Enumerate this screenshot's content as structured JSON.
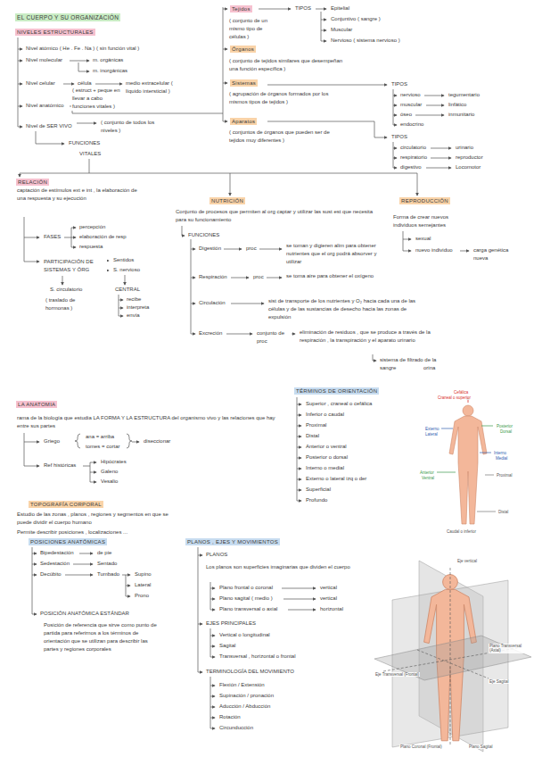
{
  "diagram": {
    "title": "EL CUERPO Y SU ORGANIZACIÓN",
    "nodes": [
      {
        "text": [
          "NIVELES ESTRUCTURALES"
        ]
      },
      {
        "text": [
          "Tejidos"
        ]
      },
      {
        "text": [
          "Órganos"
        ]
      },
      {
        "text": [
          "Sistemas"
        ]
      },
      {
        "text": [
          "Aparatos"
        ]
      },
      {
        "text": [
          "RELACIÓN"
        ]
      },
      {
        "text": [
          "NUTRICIÓN"
        ]
      },
      {
        "text": [
          "REPRODUCCIÓN"
        ]
      },
      {
        "text": [
          "LA ANATOMIA"
        ]
      },
      {
        "text": [
          "TÉRMINOS DE ORIENTACIÓN"
        ]
      },
      {
        "text": [
          "TOPOGRAFÍA CORPORAL"
        ]
      },
      {
        "text": [
          "POSICIONES ANATÓMICAS"
        ]
      },
      {
        "text": [
          "PLANOS , EJES Y MOVIMIENTOS"
        ]
      }
    ],
    "labels": [
      "Nivel atómico ( He . Fe . Na ) ( sin función vital )",
      "Nivel molecular",
      "m. orgánicas",
      "m. inorgánicas",
      "Nivel celular",
      "célula",
      "( estruct + peque en llevar a cabo funciones vitales )",
      "medio extracelular ( líquido intersticial )",
      "Nivel anatómico",
      "Nivel de SER VIVO",
      "( conjunto de todos los niveles )",
      "FUNCIONES",
      "VITALES",
      "TIPOS",
      "Epitelial",
      "Conjuntivo ( sangre )",
      "Muscular",
      "Nervioso ( sistema nervioso )",
      "( conjunto de un mismo tipo de células )",
      "( conjunto de tejidos similares que desempeñan una función específica )",
      "( agrupación de órganos formados por los mismos tipos de tejidos )",
      "TIPOS",
      "nervioso",
      "muscular",
      "óseo",
      "endocrino",
      "tegumentario",
      "linfático",
      "inmunitario",
      "( conjuntos de órganos que pueden ser de tejidos muy diferentes )",
      "TIPOS",
      "circulatorio",
      "respiratorio",
      "digestivo",
      "urinario",
      "reproductor",
      "Locomotor",
      "captación de estímulos ext e int , la elaboración de una respuesta y su ejecución",
      "FASES",
      "percepción",
      "elaboración de resp",
      "respuesta",
      "PARTICIPACIÓN DE SISTEMAS Y ÓRG",
      "Sentidos",
      "S. nervioso",
      "S. circulatorio",
      "( traslado de hormonas )",
      "CENTRAL",
      "recibe",
      "interpreta",
      "envía",
      "Conjunto de procesos que permiten al org captar y utilizar las sust est que necesita para su funcionamiento",
      "FUNCIONES",
      "Digestión",
      "proc",
      "se toman y digieren alim para obtener nutrientes que el org podrá absorver y utilizar",
      "Respiración",
      "proc",
      "se toma aire para obtener el oxígeno",
      "Circulación",
      "sist de transporte de los nutrientes y O₂ hacia cada una de las células y de las sustancias de desecho hacia las zonas de expulsión",
      "Excreción",
      "conjunto de proc",
      "eliminación de residuos , que se produce a través de la respiración , la transpiración y el aparato urinario",
      "sistema de filtrado de la sangre",
      "orina",
      "Forma de crear nuevos individuos semejantes",
      "sexual",
      "nuevo individuo",
      "carga genética nueva",
      "rama de la biología que estudia LA FORMA Y LA ESTRUCTURA del organismo vivo y las relaciones que hay entre sus partes",
      "Griego",
      "ana = arriba",
      "tomes = cortar",
      "diseccionar",
      "Ref históricas",
      "Hipócrates",
      "Galeno",
      "Vesalio",
      "Estudio de las zonas , planos , regiones y segmentos en que se puede dividir el cuerpo humano",
      "Permite describir posiciones , localizaciones ...",
      "Superior , craneal o cefálica",
      "Inferior o caudal",
      "Proximal",
      "Distal",
      "Anterior o ventral",
      "Posterior o dorsal",
      "Interno o medial",
      "Externo o lateral izq o der",
      "Superficial",
      "Profundo",
      "Cefálica",
      "Craneal o superior",
      "Posterior",
      "Dorsal",
      "Externo",
      "Lateral",
      "Interno",
      "Medial",
      "Proximal",
      "Anterior",
      "Ventral",
      "Distal",
      "Caudal o inferior",
      "Bipedestación",
      "de pie",
      "Sedestación",
      "Sentado",
      "Decúbito",
      "Tumbado",
      "Supino",
      "Lateral",
      "Prono",
      "POSICIÓN ANATÓMICA ESTÁNDAR",
      "Posición de referencia que sirve como punto de partida para referirnos a los términos de orientación que se utilizan para describir las partes y regiones corporales",
      "PLANOS",
      "Los planos son superficies imaginarias que dividen el cuerpo",
      "Plano frontal o coronal",
      "vertical",
      "Plano sagital ( medio )",
      "vertical",
      "Plano transversal o axial",
      "horizontal",
      "EJES PRINCIPALES",
      "Vertical o longitudinal",
      "Sagital",
      "Transversal , horizontal o frontal",
      "TERMINOLOGÍA DEL MOVIMIENTO",
      "Flexión / Extensión",
      "Supinación / pronación",
      "Aducción / Abducción",
      "Rotación",
      "Circunducción",
      "Eje vertical",
      "Plano Transversal (Axial)",
      "Eje Transversal (Frontal)",
      "Eje Sagital",
      "Plano Coronal (Frontal)",
      "Plano Sagital"
    ]
  }
}
